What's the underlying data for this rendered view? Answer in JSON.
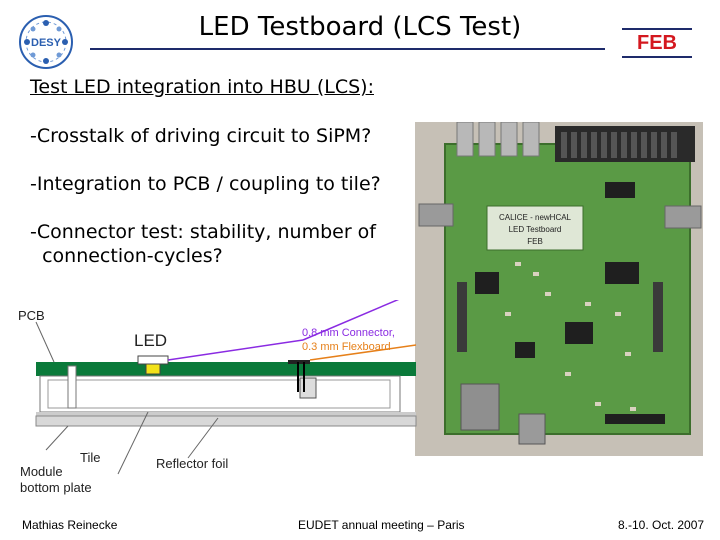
{
  "slide": {
    "title": "LED Testboard (LCS Test)",
    "logo_text": "DESY",
    "feb_label": "FEB",
    "heading": "Test LED integration into HBU (LCS):",
    "bullets": [
      "-Crosstalk of driving circuit to SiPM?",
      "-Integration to PCB / coupling to tile?",
      "-Connector test: stability, number of",
      "  connection-cycles?"
    ]
  },
  "diagram": {
    "pcb": "PCB",
    "led": "LED",
    "connector": "0.8 mm Connector,",
    "flexboard": "0.3 mm Flexboard",
    "tile": "Tile",
    "reflector": "Reflector foil",
    "module1": "Module",
    "module2": "bottom plate"
  },
  "photo": {
    "label1": "CALICE - newHCAL",
    "label2": "LED Testboard",
    "label3": "FEB"
  },
  "footer": {
    "author": "Mathias Reinecke",
    "meeting": "EUDET annual meeting – Paris",
    "date": "8.-10. Oct. 2007"
  },
  "colors": {
    "title_rule": "#1e2b6b",
    "feb_red": "#d4181f",
    "pcb_green": "#0a7a3a",
    "board_green": "#4f8f3a",
    "callout_purple": "#8a2be2",
    "callout_orange": "#e6801a"
  }
}
